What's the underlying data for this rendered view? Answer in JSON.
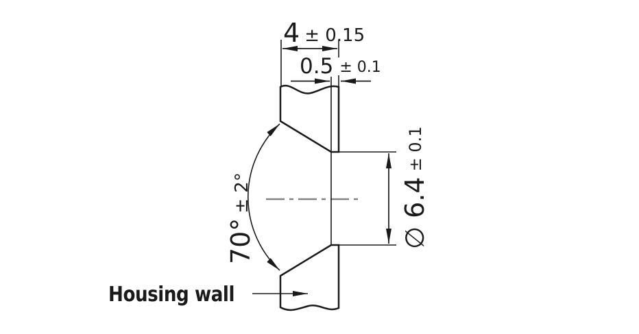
{
  "drawing": {
    "type": "technical-cross-section",
    "background": "#ffffff",
    "colors": {
      "line": "#1a1a1a",
      "centerline": "#818181"
    },
    "dimensions": {
      "wall_thickness": {
        "value": "4",
        "tolerance": "± 0.15"
      },
      "pilot_depth": {
        "value": "0.5",
        "tolerance": "± 0.1"
      },
      "countersink_angle": {
        "value": "70°",
        "tolerance": "± 2°"
      },
      "hole_diameter": {
        "value": "∅ 6.4",
        "tolerance": "± 0.1"
      }
    },
    "labels": {
      "housing_wall": "Housing wall"
    }
  }
}
